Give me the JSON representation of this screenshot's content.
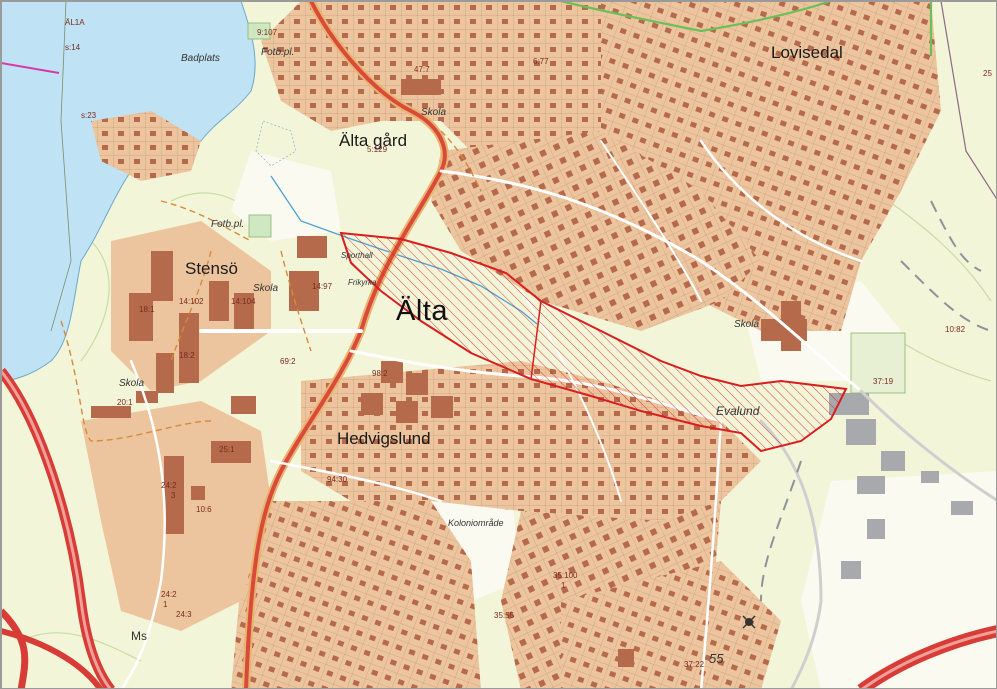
{
  "map": {
    "colors": {
      "water": "#bfe3f5",
      "residential": "#ecc59e",
      "building": "#b56a4c",
      "forest": "#f3f5d9",
      "field": "#fbfaf0",
      "highway": "#d73c36",
      "area_red": "#d81e1e",
      "contour": "#c7dca5"
    },
    "place_names": {
      "lovisedal": "Lovisedal",
      "alta_gard": "Älta gård",
      "stenso": "Stensö",
      "alta": "Älta",
      "hedvigslund": "Hedvigslund",
      "evalund": "Evalund"
    },
    "features": {
      "badplats": "Badplats",
      "fotb_pl_1": "Fotb.pl.",
      "fotb_pl_2": "Fotb.pl.",
      "skola_1": "Skola",
      "skola_2": "Skola",
      "skola_3": "Skola",
      "skola_4": "Skola",
      "sporthall": "Sporthall",
      "fritidsgard": "Frikyrka",
      "koloniomrade": "Koloniområde"
    },
    "property_labels": [
      "ÄL1A",
      "s:14",
      "s:23",
      "9:107",
      "47:7",
      "6:77",
      "5:129",
      "14:102",
      "14:104",
      "18:1",
      "14:97",
      "18:2",
      "69:2",
      "98:2",
      "20:1",
      "25:1",
      "24:2",
      "3",
      "10:6",
      "94:30",
      "24:2",
      "1",
      "24:3",
      "35:100",
      "1",
      "35:55",
      "37:22",
      "37:19",
      "10:82",
      "25"
    ],
    "road_labels": {
      "ms": "Ms",
      "road_55": "55"
    }
  }
}
